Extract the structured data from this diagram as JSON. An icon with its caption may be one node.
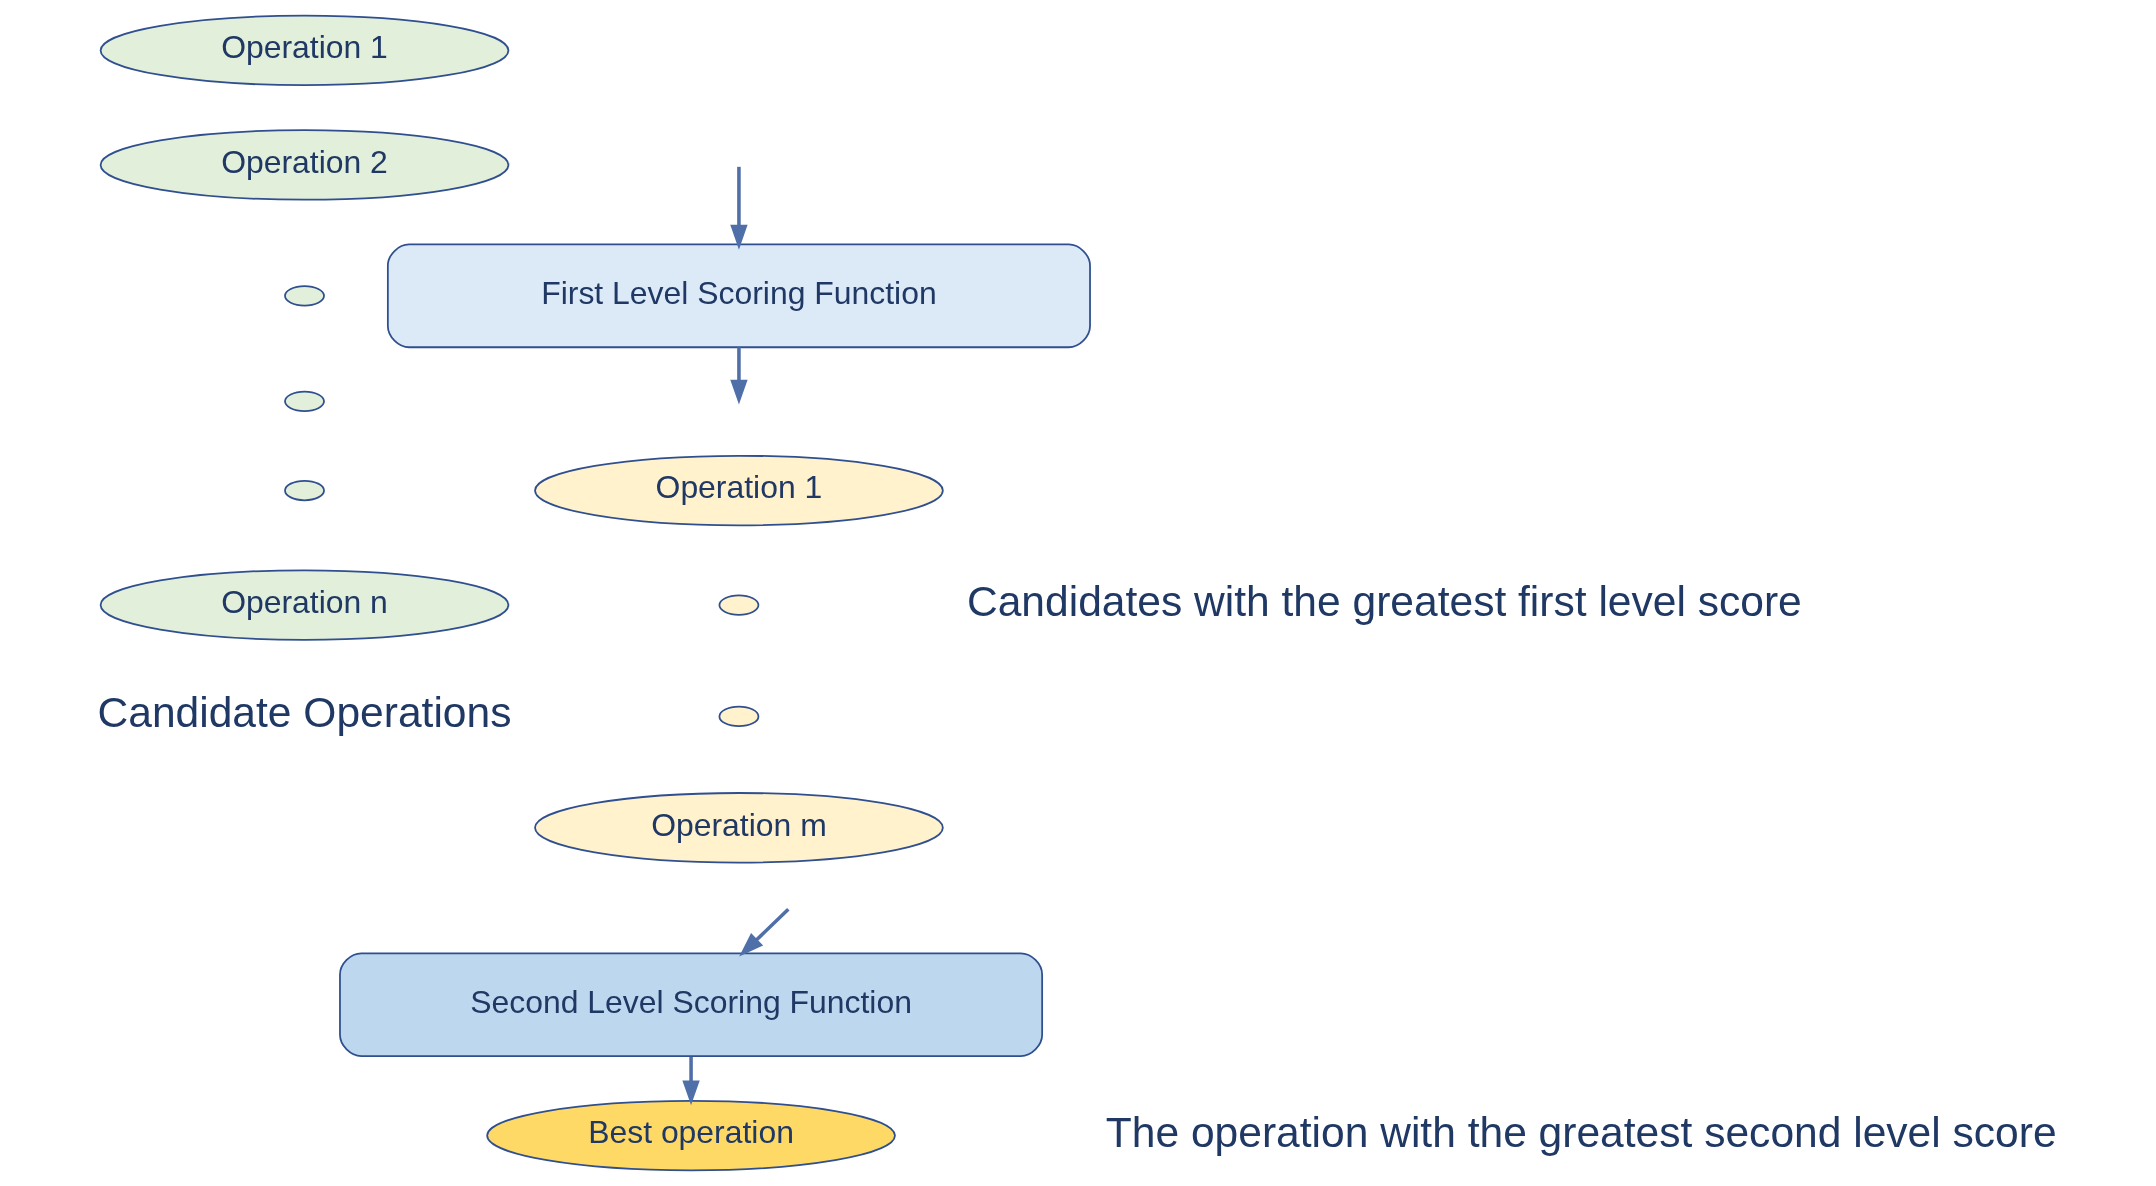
{
  "diagram": {
    "nodes": [
      {
        "text": [
          "Operation 1"
        ]
      },
      {
        "text": [
          "Operation 2"
        ]
      },
      {
        "text": [],
        "shape": "circle"
      },
      {
        "text": [],
        "shape": "circle"
      },
      {
        "text": [],
        "shape": "circle"
      },
      {
        "text": [
          "Operation n"
        ]
      },
      {
        "text": [
          "First Level Scoring Function"
        ]
      },
      {
        "text": [
          "Operation 1"
        ]
      },
      {
        "text": [],
        "shape": "circle"
      },
      {
        "text": [],
        "shape": "circle"
      },
      {
        "text": [
          "Operation m"
        ]
      },
      {
        "text": [
          "Second Level Scoring Function"
        ]
      },
      {
        "text": [
          "Best operation"
        ]
      }
    ],
    "edges": [
      {
        "from": null,
        "to": 6,
        "arrow": "to"
      },
      {
        "from": 6,
        "to": null,
        "arrow": "to"
      },
      {
        "from": null,
        "to": 11,
        "arrow": "to"
      },
      {
        "from": 11,
        "to": 12,
        "arrow": "to"
      }
    ],
    "labels": [
      "Candidate Operations",
      "Candidates with the greatest first level score",
      "The operation with the greatest second level score"
    ]
  }
}
